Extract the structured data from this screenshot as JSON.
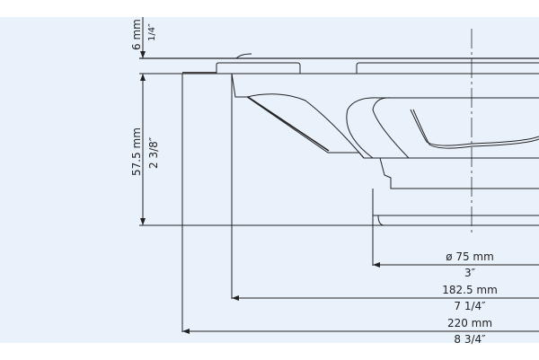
{
  "dimensions": {
    "flange_height": {
      "metric": "6 mm",
      "imperial": "1/4″"
    },
    "mounting_depth": {
      "metric": "57.5 mm",
      "imperial": "2 3/8″"
    },
    "magnet_diameter": {
      "metric": "ø 75 mm",
      "imperial": "3″"
    },
    "cutout_diameter": {
      "metric": "182.5 mm",
      "imperial": "7 1/4″"
    },
    "overall_diameter": {
      "metric": "220 mm",
      "imperial": "8 3/4″"
    }
  },
  "colors": {
    "background": "#e9f1fb",
    "line": "#222222"
  }
}
